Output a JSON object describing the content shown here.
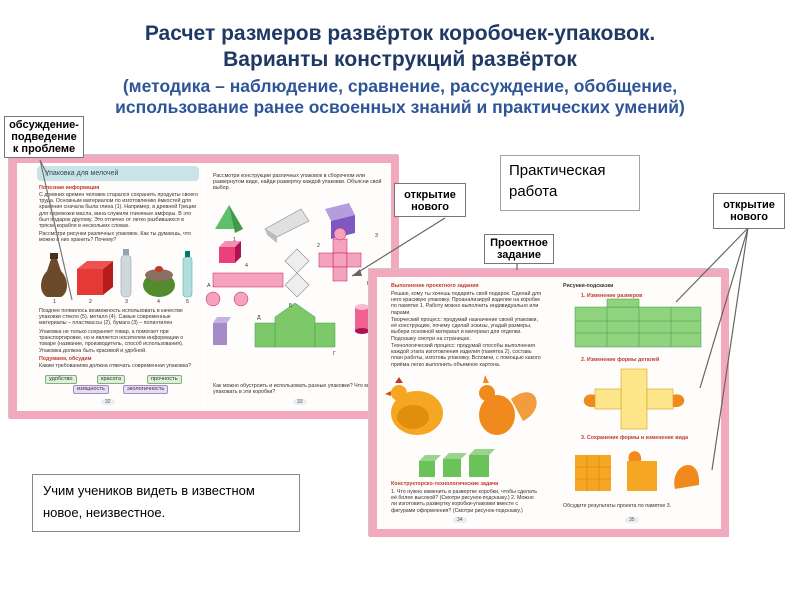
{
  "slide": {
    "title_line1": "Расчет размеров развёрток коробочек-упаковок.",
    "title_line2": "Варианты конструкций развёрток",
    "subtitle_line1": "(методика – наблюдение, сравнение, рассуждение, обобщение,",
    "subtitle_line2": "использование ранее освоенных знаний и практических умений)"
  },
  "callouts": {
    "discussion": "обсуждение-подведение к проблеме",
    "discovery_1": "открытие нового",
    "discovery_2": "открытие нового",
    "project_task": "Проектное задание",
    "practical_work": "Практическая работа",
    "bottom_note": "Учим учеников видеть в известном новое, неизвестное."
  },
  "book_left": {
    "section_header": "Упаковка для мелочей",
    "page_left_number": "32",
    "page_right_number": "33",
    "info_heading": "Полезная информация",
    "info_text": "С древних времен человек старался сохранить продукты своего труда. Основным материалом по изготовлению ёмкостей для хранения сначала была глина (1). Например, в древней Греции для перевозки масла, вина служили глиняные амфоры. В это был подарок другому. Это отлично от легко разбившихся в тряске корабля в нескольких словах.",
    "info_text_2": "Рассмотри рисунки различных упаковок. Как ты думаешь, что можно в них хранить? Почему?",
    "info_text_3": "Позднее появилось возможность использовать в качестве упаковки стекло (5), металл (4). Самые современные материалы – пластмассы (2), бумага (3) – полиэтилен используются для упаковки.",
    "info_text_4": "Упаковка не только сохраняет товар, а помогает при транспортировке, но и является носителем информации о товаре (название, производитель, способ использования). Упаковка должна быть красивой и удобной.",
    "summary_heading": "Подумаем, обсудим",
    "summary_text": "Каким требованиям должна отвечать современная упаковка?",
    "requirement_tags": [
      "удобство",
      "красота",
      "прочность",
      "изящность",
      "экологичность"
    ],
    "item_numbers": [
      "1",
      "2",
      "3",
      "4",
      "5"
    ],
    "right_intro": "Рассмотри конструкции различных упаковок в сборочном или развернутом виде, найди развертку каждой упаковки. Объясни свой выбор.",
    "net_labels": [
      "1",
      "2",
      "3",
      "4",
      "5",
      "А",
      "Б",
      "В",
      "Г",
      "Д"
    ],
    "right_question": "Как можно обустроить и использовать разные упаковки? Что можно упаковать в эти коробки?"
  },
  "book_right": {
    "section_header": "Выполнение проектного задания",
    "page_left_number": "34",
    "page_right_number": "35",
    "intro": "Решаю, кому ты хочешь подарить свой подарок. Сделай для него красивую упаковку. Проанализируй изделие на коробке по памятке 1. Работу можно выполнить индивидуально или парами.",
    "creative_process": "Творческий процесс: продумай назначение своей упаковки, её конструкцию, почему сделай эскизы, угадай размеры, выбери основной материал и материал для отделки. Подсказку смотри на страницах.",
    "tech_process": "Технологический процесс: продумай способы выполнения каждой этапа изготовления изделия (памятка 2), составь план работы, изготовь упаковку. Вспомни, с помощью какого приёма легко выполнить объемное картона.",
    "tech_section_header": "Конструкторско-технологические задачи",
    "tasks": "1. Что нужно изменить в развертке коробки, чтобы сделать её более высокой? (Смотри рисунок-подсказку.) 2. Можно ли изготовить развертку коробки-упаковки вместе с фигурами оформления? (Смотри рисунок-подсказку.)",
    "hints_heading": "Рисунки-подсказки",
    "hint_1": "1. Изменение размеров",
    "hint_2": "2. Изменение формы деталей",
    "hint_3": "3. Сохранение формы и изменение вида",
    "footer_note": "Обсудите результаты проекта по памятке 3."
  },
  "colors": {
    "title": "#1f3864",
    "subtitle": "#2e5597",
    "book_edge": "#f3a9bd",
    "net_pink": "#f5a3bd",
    "net_green": "#7dc96a",
    "net_purple": "#a58cc9",
    "accent_orange": "#f08a1c"
  }
}
